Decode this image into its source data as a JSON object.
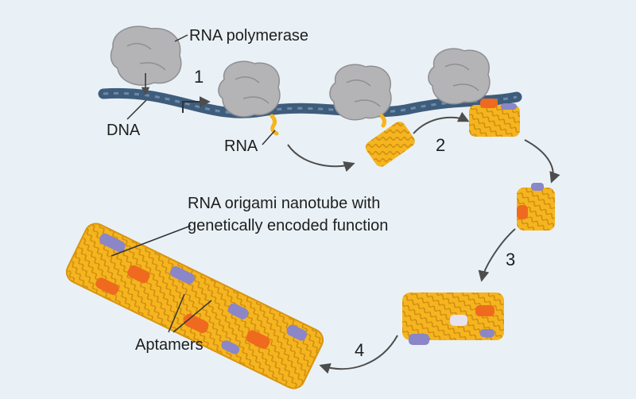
{
  "diagram": {
    "labels": {
      "polymerase": "RNA polymerase",
      "dna": "DNA",
      "rna": "RNA",
      "nanotube_line1": "RNA origami nanotube with",
      "nanotube_line2": "genetically encoded function",
      "aptamers": "Aptamers"
    },
    "steps": [
      "1",
      "2",
      "3",
      "4"
    ],
    "colors": {
      "background": "#e9f1f6",
      "dna": "#3e5d7c",
      "polymerase": "#b4b4b6",
      "rna_yellow": "#f4b51f",
      "rna_orange": "#ef6a1f",
      "aptamer_purple": "#8a86c8",
      "arrow": "#4d4d4d"
    }
  }
}
